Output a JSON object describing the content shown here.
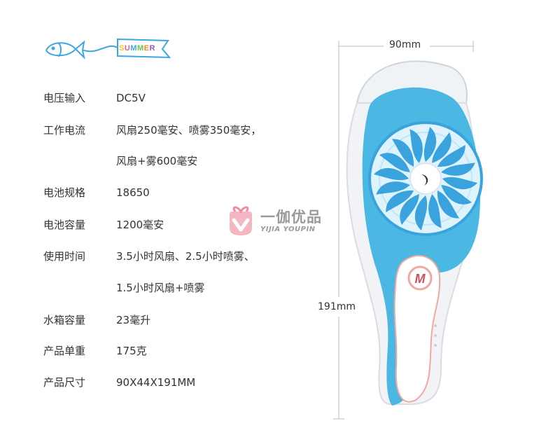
{
  "header": {
    "banner_letters": [
      "S",
      "U",
      "M",
      "M",
      "E",
      "R"
    ],
    "banner_colors": [
      "#f7c21b",
      "#e85a8c",
      "#3aa7e0",
      "#6cc04a",
      "#f08a24",
      "#8e5bc8"
    ]
  },
  "specs": [
    {
      "label": "电压输入",
      "value": "DC5V"
    },
    {
      "label": "工作电流",
      "value": "风扇250毫安、喷雾350毫安，"
    },
    {
      "label": "",
      "value": "风扇+雾600毫安"
    },
    {
      "label": "电池规格",
      "value": "18650"
    },
    {
      "label": "电池容量",
      "value": "1200毫安"
    },
    {
      "label": "使用时间",
      "value": "3.5小时风扇、2.5小时喷雾、"
    },
    {
      "label": "",
      "value": "1.5小时风扇+喷雾"
    },
    {
      "label": "水箱容量",
      "value": "23毫升"
    },
    {
      "label": "产品单重",
      "value": "175克"
    },
    {
      "label": "产品尺寸",
      "value": "90X44X191MM"
    }
  ],
  "dimensions": {
    "width": "90mm",
    "height": "191mm"
  },
  "watermark": {
    "cn": "一伽优品",
    "en": "YIJIA YOUPIN"
  },
  "product": {
    "button_label": "M"
  },
  "colors": {
    "fan_blue": "#4bb8e4",
    "blade_blue": "#3aa3dd",
    "body_white": "#f4f4f6",
    "accent_pink": "#f0a8a0",
    "watermark_pink": "#f08ca0"
  }
}
